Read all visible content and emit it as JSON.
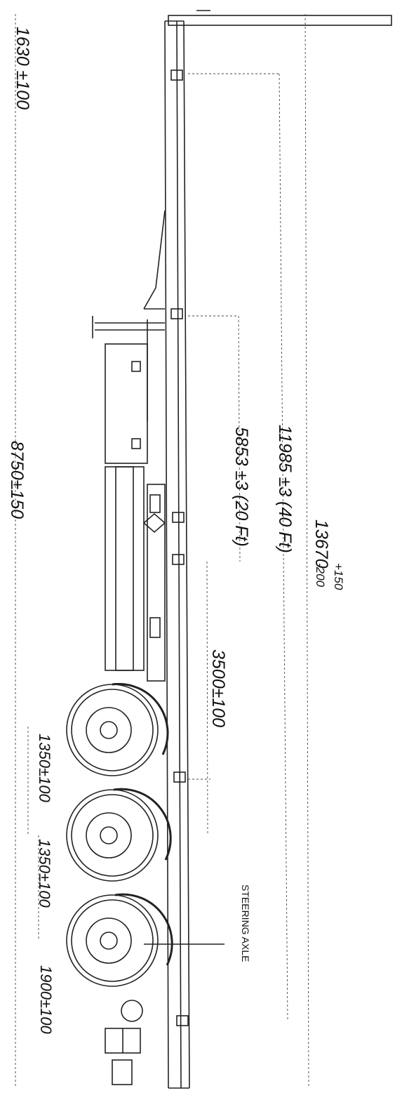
{
  "dimensions": {
    "front_overhang": "1630 ±100",
    "wheelbase": "8750±150",
    "twenty_ft": "5853 ±3 (20 Ft)",
    "forty_ft": "11985 ±3 (40 Ft)",
    "overall_length": "13670",
    "overall_plus": "+150",
    "overall_minus": "-200",
    "pin_to_axle": "3500±100",
    "axle_spacing_1": "1350±100",
    "axle_spacing_2": "1350±100",
    "rear_overhang": "1900±100"
  },
  "labels": {
    "steering_axle": "STEERING AXLE"
  }
}
